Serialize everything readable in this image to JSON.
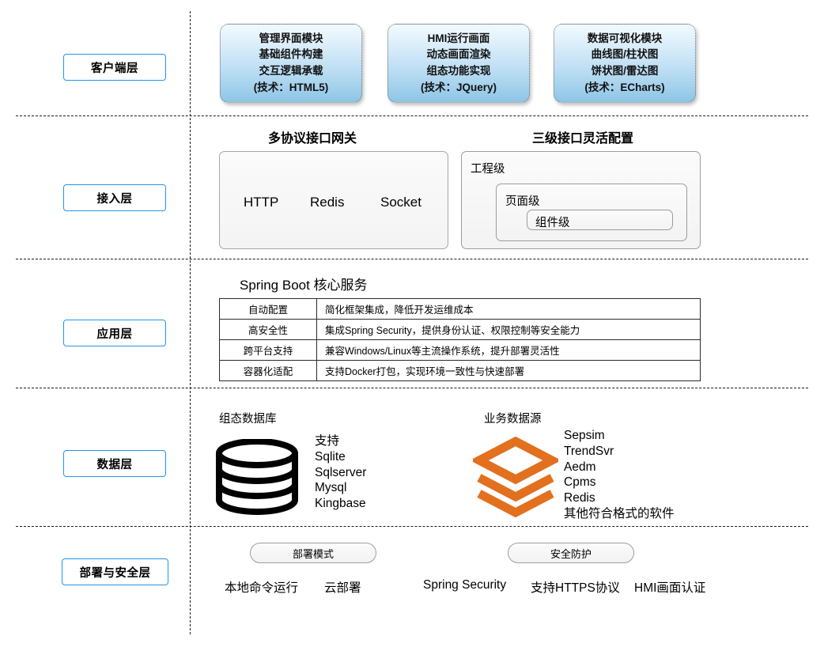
{
  "layers": [
    {
      "label": "客户端层"
    },
    {
      "label": "接入层"
    },
    {
      "label": "应用层"
    },
    {
      "label": "数据层"
    },
    {
      "label": "部署与安全层"
    }
  ],
  "client_layer": {
    "boxes": [
      {
        "lines": [
          "管理界面模块",
          "基础组件构建",
          "交互逻辑承载",
          "(技术：HTML5)"
        ]
      },
      {
        "lines": [
          "HMI运行画面",
          "动态画面渲染",
          "组态功能实现",
          "(技术：JQuery)"
        ]
      },
      {
        "lines": [
          "数据可视化模块",
          "曲线图/柱状图",
          "饼状图/雷达图",
          "(技术：ECharts)"
        ]
      }
    ]
  },
  "access_layer": {
    "gateway_title": "多协议接口网关",
    "gateway_items": [
      "HTTP",
      "Redis",
      "Socket"
    ],
    "config_title": "三级接口灵活配置",
    "levels": [
      "工程级",
      "页面级",
      "组件级"
    ]
  },
  "application_layer": {
    "title": "Spring Boot 核心服务",
    "rows": [
      {
        "key": "自动配置",
        "value": "简化框架集成，降低开发运维成本"
      },
      {
        "key": "高安全性",
        "value": "集成Spring Security，提供身份认证、权限控制等安全能力"
      },
      {
        "key": "跨平台支持",
        "value": "兼容Windows/Linux等主流操作系统，提升部署灵活性"
      },
      {
        "key": "容器化适配",
        "value": "支持Docker打包，实现环境一致性与快速部署"
      }
    ]
  },
  "data_layer": {
    "config_db": {
      "title": "组态数据库",
      "icon": "database-cylinder-icon",
      "icon_color": "#000000",
      "items": [
        "支持",
        "Sqlite",
        "Sqlserver",
        "Mysql",
        "Kingbase"
      ]
    },
    "business_source": {
      "title": "业务数据源",
      "icon": "stacked-layers-icon",
      "icon_color": "#E2701E",
      "items": [
        "Sepsim",
        "TrendSvr",
        "Aedm",
        "Cpms",
        "Redis",
        "其他符合格式的软件"
      ]
    }
  },
  "deploy_security_layer": {
    "deploy": {
      "pill": "部署模式",
      "items": [
        "本地命令运行",
        "云部署"
      ]
    },
    "security": {
      "pill": "安全防护",
      "items": [
        "Spring Security",
        "支持HTTPS协议",
        "HMI画面认证"
      ]
    }
  },
  "colors": {
    "chip_border": "#2196e8",
    "divider": "#1a1a1a",
    "client_box_top": "#f2fafe",
    "client_box_bottom": "#8dc5e6",
    "orange": "#E2701E"
  }
}
